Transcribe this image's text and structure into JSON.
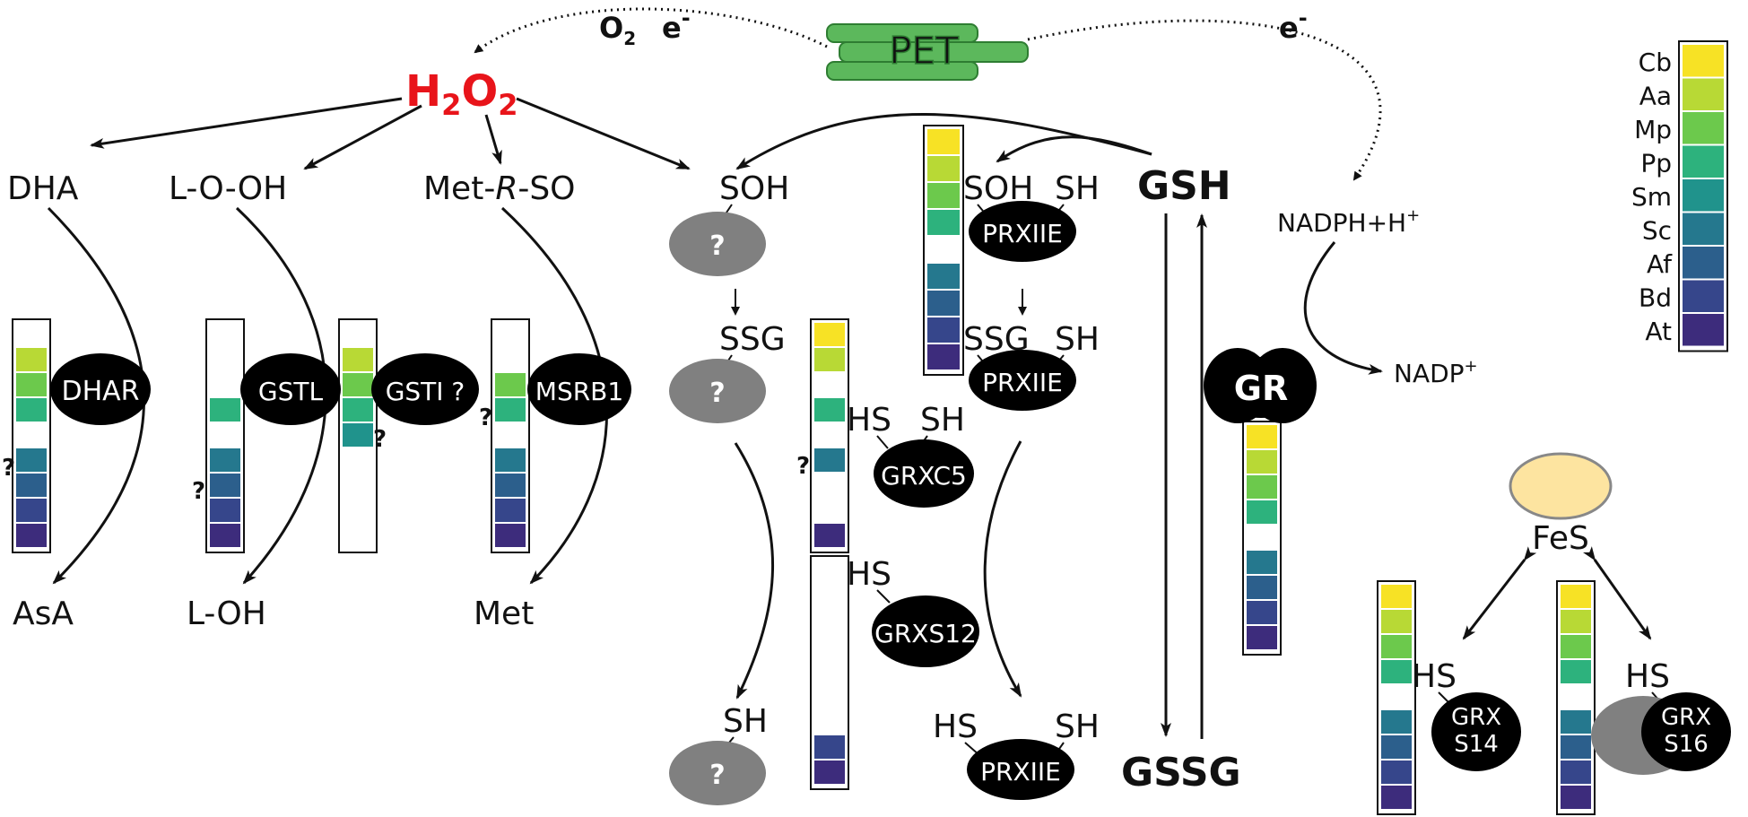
{
  "pet": {
    "label": "PET",
    "o2": "O",
    "o2_sub": "2",
    "e_left": "e",
    "e_right": "e",
    "e_sup": "-"
  },
  "h2o2": {
    "h": "H",
    "sub1": "2",
    "o": "O",
    "sub2": "2"
  },
  "substrates": {
    "dha": "DHA",
    "lool": "L-O-OH",
    "metrso_a": "Met-",
    "metrso_b": "R",
    "metrso_c": "-SO",
    "soh": "SOH",
    "ssg": "SSG",
    "sh": "SH",
    "asa": "AsA",
    "loh": "L-OH",
    "met": "Met"
  },
  "enzymes": {
    "dhar": "DHAR",
    "gstl": "GSTL",
    "gsti": "GSTI ?",
    "msrb1": "MSRB1",
    "unknown": "?",
    "prx": "PRXIIE",
    "grxc5": "GRXC5",
    "grxs12": "GRXS12",
    "gr": "GR",
    "grxs14_a": "GRX",
    "grxs14_b": "S14",
    "grxs16_a": "GRX",
    "grxs16_b": "S16"
  },
  "thiols": {
    "soh": "SOH",
    "sh": "SH",
    "hs": "HS",
    "ssg": "SSG"
  },
  "question": "?",
  "glutathione": {
    "gsh": "GSH",
    "gssg": "GSSG"
  },
  "nadph": {
    "nadph": "NADPH+H",
    "nadph_sup": "+",
    "nadp": "NADP",
    "nadp_sup": "+"
  },
  "fes": "FeS",
  "legend": {
    "species": [
      "Cb",
      "Aa",
      "Mp",
      "Pp",
      "Sm",
      "Sc",
      "Af",
      "Bd",
      "At"
    ],
    "colors": [
      "#f7e225",
      "#b8d935",
      "#6cc94c",
      "#2db27d",
      "#20938c",
      "#25788e",
      "#2c5f8c",
      "#36468b",
      "#3d2c7c"
    ]
  },
  "presence": {
    "dhar": [
      0,
      1,
      1,
      1,
      0,
      1,
      1,
      1,
      1
    ],
    "gstl": [
      0,
      0,
      0,
      1,
      0,
      1,
      1,
      1,
      1
    ],
    "gsti": [
      0,
      1,
      1,
      1,
      1,
      0,
      0,
      0,
      0
    ],
    "msrb1": [
      0,
      0,
      1,
      1,
      0,
      1,
      1,
      1,
      1
    ],
    "prx": [
      1,
      1,
      1,
      1,
      0,
      1,
      1,
      1,
      1
    ],
    "grxc5": [
      1,
      1,
      0,
      1,
      0,
      1,
      0,
      0,
      1
    ],
    "grxs12": [
      0,
      0,
      0,
      0,
      0,
      0,
      0,
      1,
      1
    ],
    "gr": [
      1,
      1,
      1,
      1,
      0,
      1,
      1,
      1,
      1
    ],
    "grxs14": [
      1,
      1,
      1,
      1,
      0,
      1,
      1,
      1,
      1
    ],
    "grxs16": [
      1,
      1,
      1,
      1,
      0,
      1,
      1,
      1,
      1
    ]
  }
}
